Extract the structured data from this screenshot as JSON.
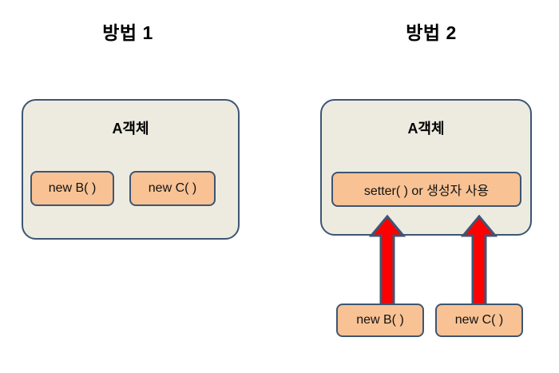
{
  "diagram": {
    "panels": [
      {
        "title": "방법 1",
        "container_label": "A객체",
        "chips": [
          {
            "label": "new B( )"
          },
          {
            "label": "new C( )"
          }
        ]
      },
      {
        "title": "방법 2",
        "container_label": "A객체",
        "inner_chip": {
          "label": "setter( ) or 생성자 사용"
        },
        "external_chips": [
          {
            "label": "new B( )"
          },
          {
            "label": "new C( )"
          }
        ],
        "arrows": [
          {
            "name": "arrow-from-new-b",
            "direction": "up"
          },
          {
            "name": "arrow-from-new-c",
            "direction": "up"
          }
        ]
      }
    ],
    "colors": {
      "background": "#FFFFFF",
      "container_fill": "#EDEBE0",
      "container_border": "#3D5673",
      "chip_fill": "#F8C294",
      "chip_border": "#3D5673",
      "arrow_fill": "#FF0000",
      "arrow_border": "#3D5673",
      "text": "#000000"
    }
  }
}
